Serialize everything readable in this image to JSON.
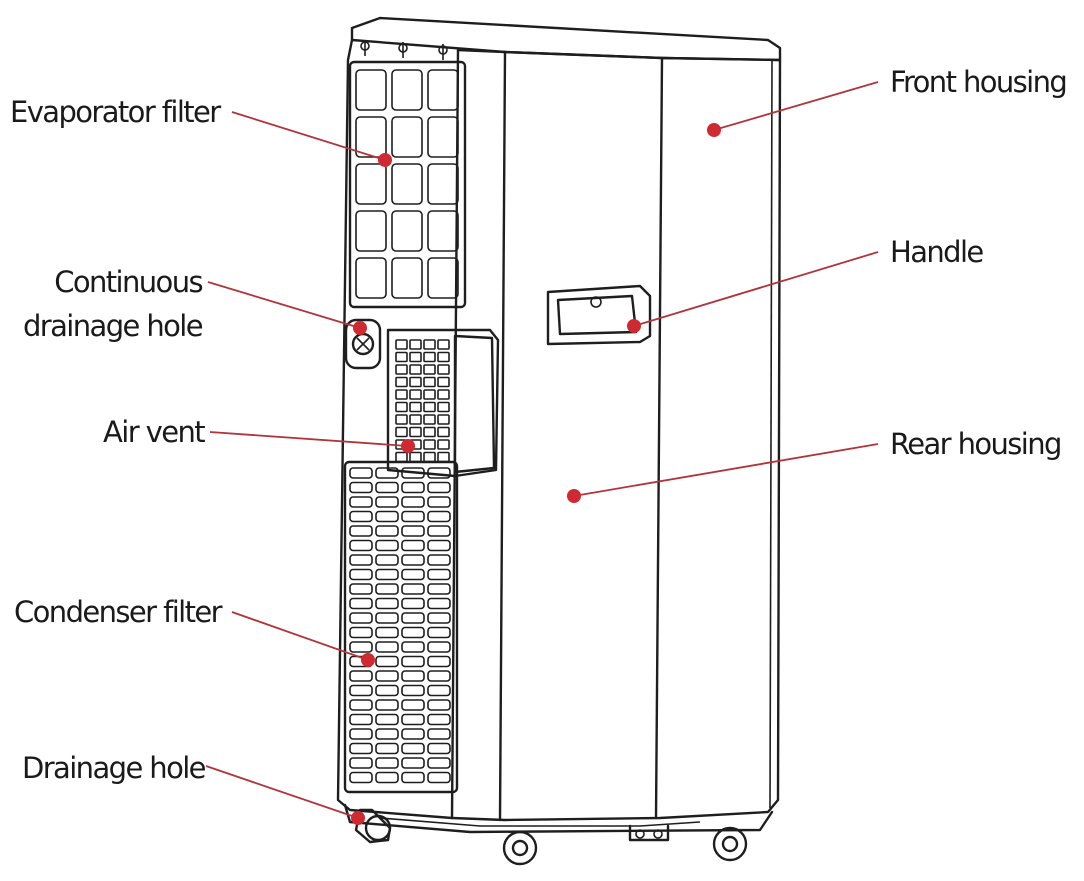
{
  "labels": {
    "evaporator_filter": "Evaporator filter",
    "continuous_drainage_hole_line1": "Continuous",
    "continuous_drainage_hole_line2": "drainage hole",
    "air_vent": "Air vent",
    "condenser_filter": "Condenser filter",
    "drainage_hole": "Drainage hole",
    "front_housing": "Front housing",
    "handle": "Handle",
    "rear_housing": "Rear housing"
  },
  "colors": {
    "callout": "#cf2a31",
    "outline": "#1e1e1e",
    "background": "#ffffff"
  }
}
